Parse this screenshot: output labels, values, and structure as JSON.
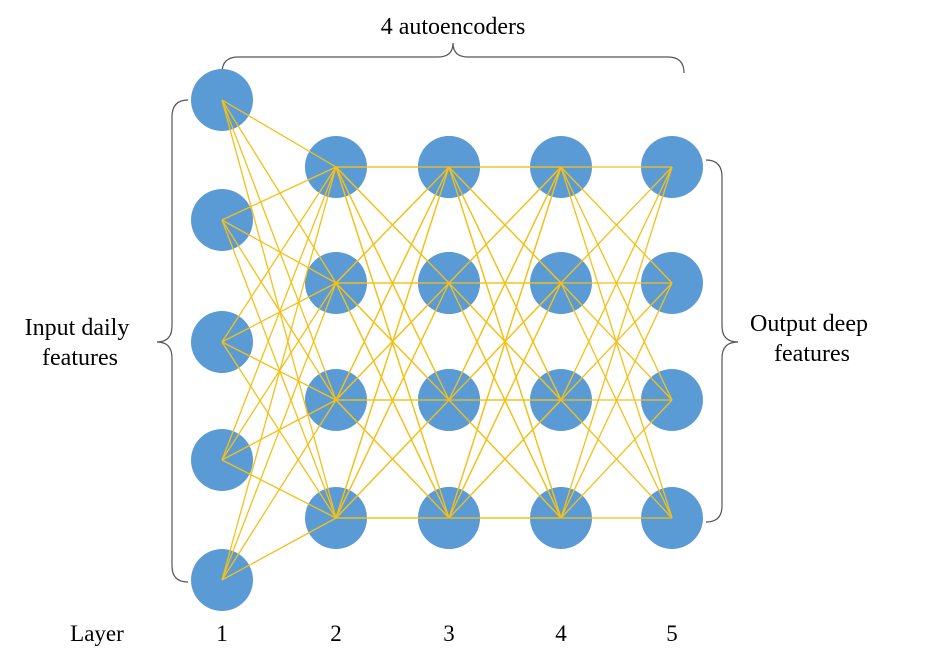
{
  "title": "4 autoencoders",
  "input_label": [
    "Input daily",
    "features"
  ],
  "output_label": [
    "Output deep",
    "features"
  ],
  "layer_axis": {
    "label": "Layer",
    "numbers": [
      "1",
      "2",
      "3",
      "4",
      "5"
    ]
  },
  "network": {
    "layer_node_counts": [
      5,
      4,
      4,
      4,
      4
    ],
    "connections": "fully connected between consecutive layers",
    "outlined_layer": 3
  },
  "colors": {
    "node_fill": "#5b9bd5",
    "edge": "#f4c018",
    "node_outline": "#f4c018",
    "text": "#000000",
    "brace": "#555555"
  }
}
